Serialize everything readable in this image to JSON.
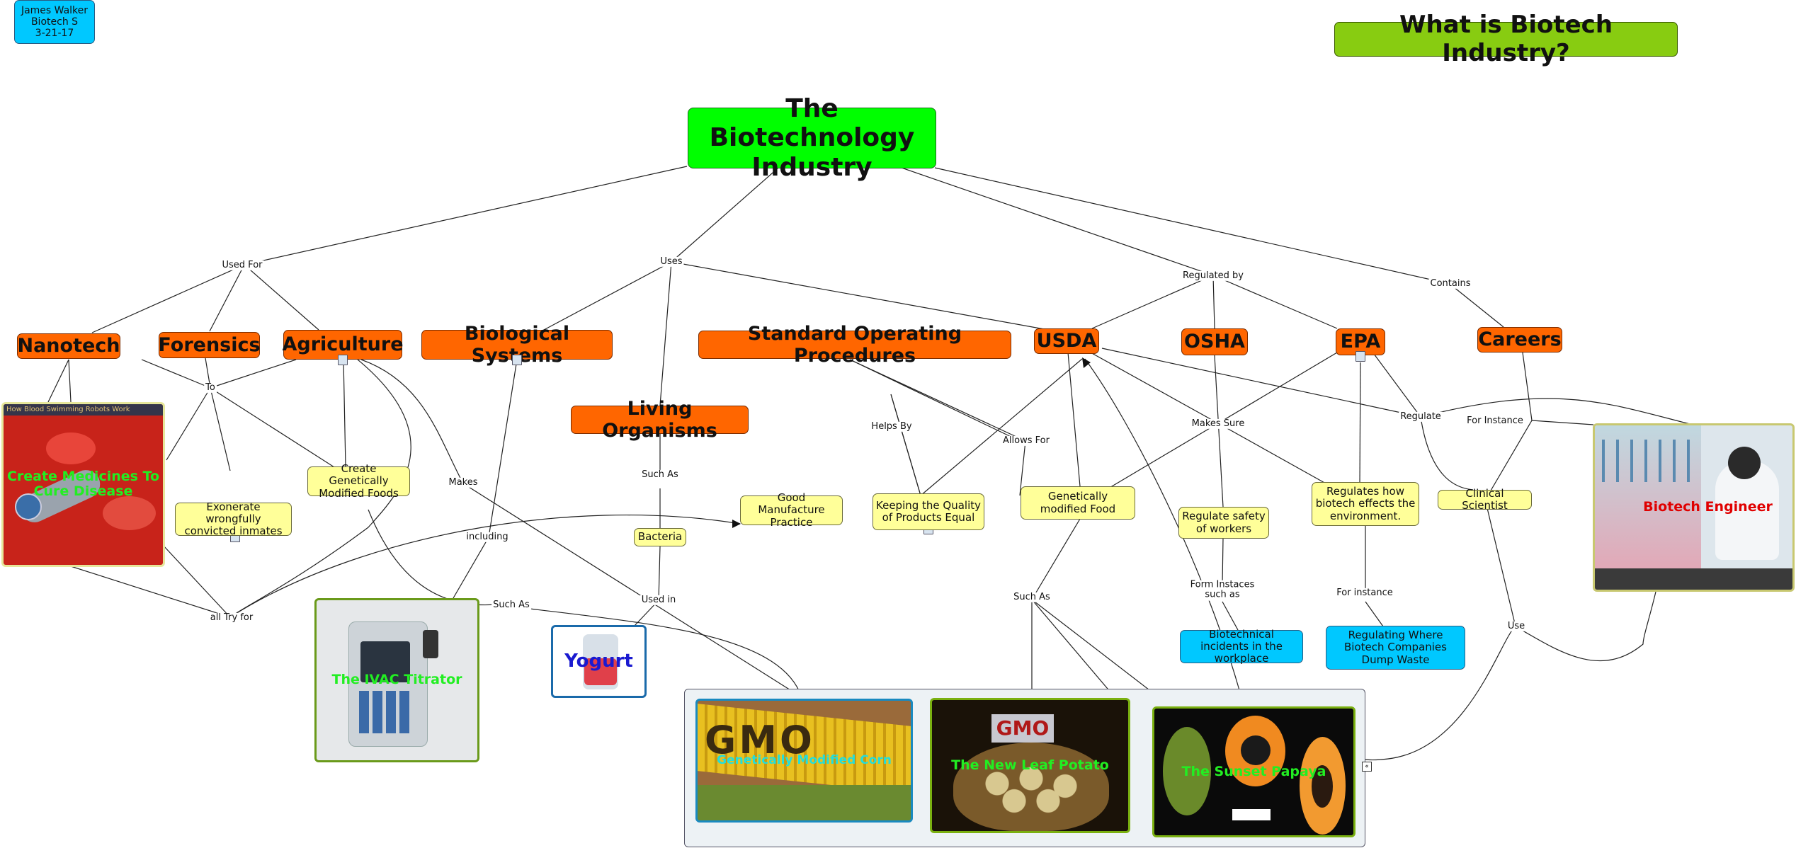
{
  "author": {
    "line1": "James Walker",
    "line2": "Biotech S",
    "line3": "3-21-17"
  },
  "title": "What is Biotech Industry?",
  "root": "The Biotechnology Industry",
  "link_labels": {
    "used_for": "Used For",
    "uses": "Uses",
    "regulated_by": "Regulated by",
    "contains": "Contains",
    "to": "To",
    "makes": "Makes",
    "including": "including",
    "such_as_a": "Such As",
    "used_in": "Used in",
    "allows_for": "Allows For",
    "helps_by": "Helps By",
    "makes_sure": "Makes Sure",
    "regulate": "Regulate",
    "for_instance_a": "For Instance",
    "form_instaces": "Form Instaces\nsuch as",
    "for_instance_b": "For instance",
    "such_as_b": "Such As",
    "such_as_c": "Such As",
    "use": "Use",
    "all_try_for": "all Try for"
  },
  "concepts": {
    "nanotech": "Nanotech",
    "forensics": "Forensics",
    "agriculture": "Agriculture",
    "biological_systems": "Biological Systems",
    "sop": "Standard Operating Procedures",
    "living_organisms": "Living Organisms",
    "usda": "USDA",
    "osha": "OSHA",
    "epa": "EPA",
    "careers": "Careers",
    "exonerate": "Exonerate wrongfully convicted inmates",
    "create_gmf": "Create Genetically Modified Foods",
    "gmp": "Good Manufacture Practice",
    "quality": "Keeping the Quality of Products Equal",
    "bacteria": "Bacteria",
    "gm_food": "Genetically modified Food",
    "safety": "Regulate safety of workers",
    "env": "Regulates how biotech effects the environment.",
    "clinical": "Clinical Scientist",
    "incidents": "Biotechnical incidents in the workplace",
    "dump": "Regulating Where Biotech Companies Dump Waste"
  },
  "images": {
    "nanobots": {
      "caption": "Create Medicines To Cure Disease",
      "header": "How Blood Swimming Robots Work"
    },
    "ivac": {
      "caption": "The IVAC Titrator"
    },
    "yogurt": {
      "caption": "Yogurt"
    },
    "corn": {
      "caption": "Genetically Modified Corn",
      "letters": "GMO"
    },
    "potato": {
      "caption": "The New Leaf Potato",
      "sign": "GMO"
    },
    "papaya": {
      "caption": "The Sunset Papaya"
    },
    "engineer": {
      "caption": "Biotech Engineer"
    }
  },
  "colors": {
    "orange": "#ff6600",
    "yellow": "#ffff99",
    "blue": "#00c8ff",
    "green": "#00ff00",
    "lime": "#88cc11"
  }
}
